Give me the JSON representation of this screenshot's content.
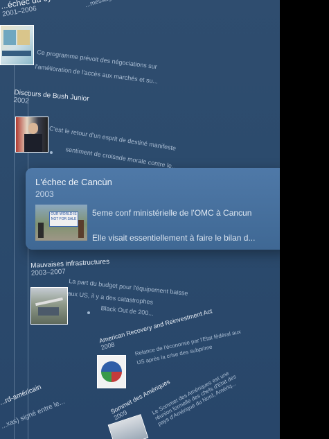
{
  "items": [
    {
      "title": "...échec du cycle de Doha",
      "years": "2001–2006",
      "text1": "Ce programme prévoit des négociations sur",
      "text2": "l'amélioration de l'accès aux marchés et su...",
      "top_text": "...messages d..."
    },
    {
      "title": "Discours de Bush Junior",
      "years": "2002",
      "text1": "C'est le retour d'un esprit de destiné manifeste",
      "text2": "sentiment de croisade morale contre le..."
    },
    {
      "title": "L'échec de Cancùn",
      "years": "2003",
      "text1": "5eme conf ministérielle de l'OMC à Cancun",
      "text2": "Elle visait essentiellement à faire le bilan d...",
      "sign_text": "OUR WORLD IS NOT FOR SALE"
    },
    {
      "title": "Mauvaises infrastructures",
      "years": "2003–2007",
      "text1": "La part du budget pour l'équipement baisse",
      "text2": "aux US, il y a des catastrophes",
      "text3": "Black Out de 200..."
    },
    {
      "title": "American Recovery and Reinvestment Act",
      "years": "2008",
      "text1": "Relance de l'économie par l'Etat fédéral aux",
      "text2": "US après la crise des subprime"
    },
    {
      "title": "Sommet des Amériques",
      "years": "2009",
      "text1": "Le Sommet des Amériques est une",
      "text2": "réunion formelle des chefs d'Etat des",
      "text3": "pays d'Amérique du Nord, Amériq..."
    }
  ],
  "left_fragments": {
    "frag1": "...rd-américain",
    "frag2": "...xas) signé entre le..."
  },
  "colors": {
    "background": "#2b4a6c",
    "card": "#4a73a0",
    "text": "#dfe8f2"
  }
}
